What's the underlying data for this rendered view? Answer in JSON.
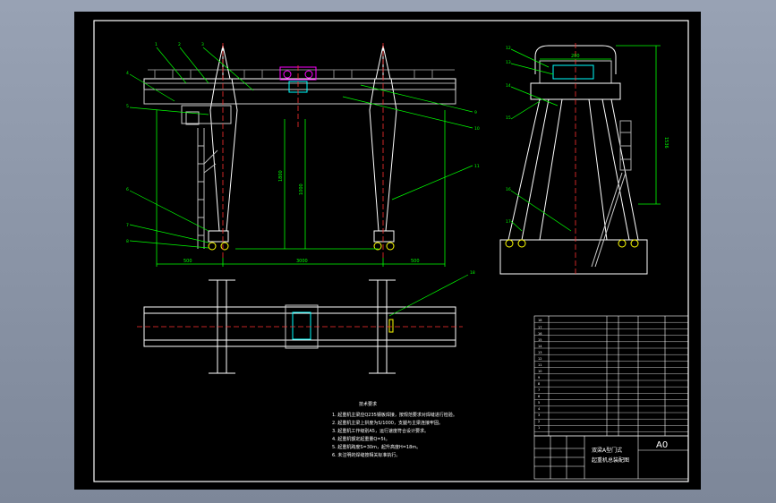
{
  "drawing": {
    "sheet_size": "A0",
    "title_line1": "双梁A型门式",
    "title_line2": "起重机总装配图"
  },
  "dimensions": {
    "span_left": "500",
    "span_main": "3000",
    "span_right": "500",
    "height_main": "1800",
    "height_inner": "1000",
    "trolley_gauge": "200",
    "side_height": "1536"
  },
  "callouts": [
    "1",
    "2",
    "3",
    "4",
    "5",
    "6",
    "7",
    "8",
    "9",
    "10",
    "11",
    "12",
    "13",
    "14",
    "15",
    "16",
    "17",
    "18"
  ],
  "notes": {
    "title": "技术要求",
    "lines": [
      "1. 起重机主梁应Q235钢板焊接，按规范要求对焊缝进行检验。",
      "2. 起重机主梁上拱度为S/1000，支腿与主梁连接牢固。",
      "3. 起重机工作级别A5，运行速度符合设计要求。",
      "4. 起重机额定起重量Q=5t。",
      "5. 起重机跨度S=30m，起升高度H=18m。",
      "6. 未注明的焊缝按相关标准执行。"
    ]
  },
  "colors": {
    "background": "#000000",
    "steel": "#ffffff",
    "dimension": "#00ff00",
    "centerline": "#ff3030",
    "highlight": "#ffff00",
    "accent": "#00ffff",
    "trolley": "#ff00ff"
  }
}
